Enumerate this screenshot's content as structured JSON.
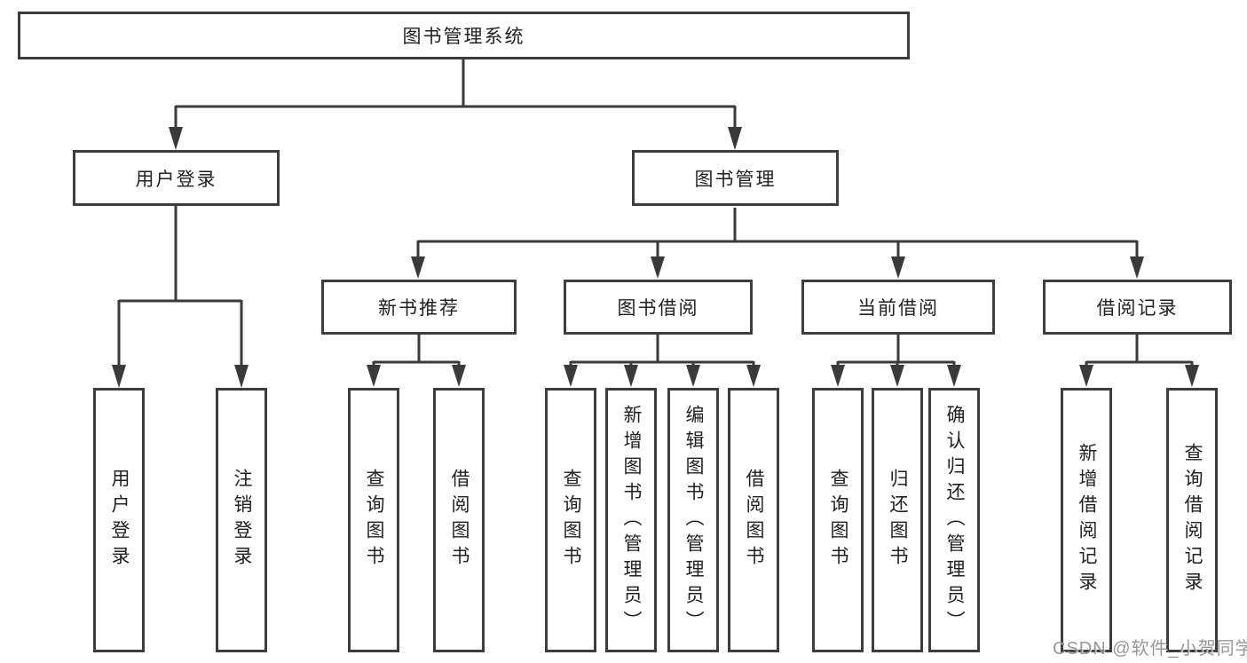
{
  "tree": {
    "root": {
      "label": "图书管理系统",
      "children": [
        {
          "label": "用户登录",
          "children": [
            {
              "label": "用户登录"
            },
            {
              "label": "注销登录"
            }
          ]
        },
        {
          "label": "图书管理",
          "children": [
            {
              "label": "新书推荐",
              "children": [
                {
                  "label": "查询图书"
                },
                {
                  "label": "借阅图书"
                }
              ]
            },
            {
              "label": "图书借阅",
              "children": [
                {
                  "label": "查询图书"
                },
                {
                  "label": "新增图书（管理员）"
                },
                {
                  "label": "编辑图书（管理员）"
                },
                {
                  "label": "借阅图书"
                }
              ]
            },
            {
              "label": "当前借阅",
              "children": [
                {
                  "label": "查询图书"
                },
                {
                  "label": "归还图书"
                },
                {
                  "label": "确认归还（管理员）"
                }
              ]
            },
            {
              "label": "借阅记录",
              "children": [
                {
                  "label": "新增借阅记录"
                },
                {
                  "label": "查询借阅记录"
                }
              ]
            }
          ]
        }
      ]
    }
  },
  "colors": {
    "line": "#3a3a3a",
    "border": "#3d3d3d",
    "text": "#212121",
    "watermark": "#7d7d7d",
    "background": "#ffffff"
  },
  "watermark": {
    "text": "CSDN @软件_小贺同学"
  }
}
